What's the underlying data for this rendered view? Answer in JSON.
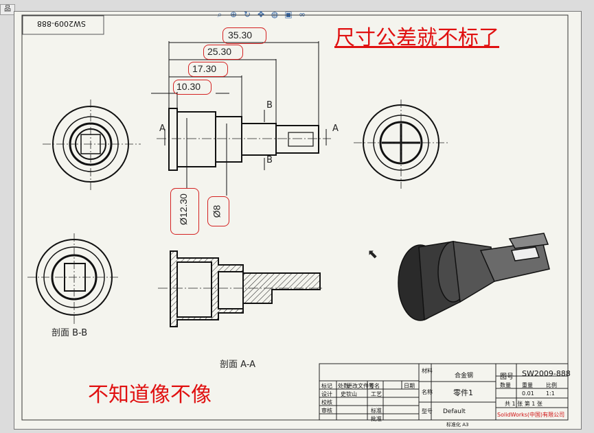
{
  "window": {
    "tab_label": "品"
  },
  "toolbar": {
    "icons": [
      "zoom-fit-icon",
      "zoom-area-icon",
      "rotate-icon",
      "pan-icon",
      "hide-show-icon",
      "display-style-icon",
      "view-orientation-icon"
    ]
  },
  "drawing": {
    "stamp_upside": "SW2009-888",
    "dims": {
      "d1": "35.30",
      "d2": "25.30",
      "d3": "17.30",
      "d4": "10.30",
      "dia1": "Ø12.30",
      "dia2": "Ø8"
    },
    "section_marks": {
      "a": "A",
      "b": "B"
    },
    "labels": {
      "section_bb": "剖面 B-B",
      "section_aa": "剖面 A-A"
    }
  },
  "annotations": {
    "top_note": "尺寸公差就不标了",
    "bottom_note": "不知道像不像"
  },
  "title_block": {
    "material_label": "材料",
    "material": "合金钢",
    "drawing_no_label": "图号",
    "drawing_no": "SW2009-888",
    "name_label": "名称",
    "part_name": "零件1",
    "model_label": "型号",
    "model": "Default",
    "rows_left": [
      "标记",
      "设计",
      "校核",
      "审核"
    ],
    "row_h1": [
      "处数",
      "更改文件号",
      "签名",
      "日期"
    ],
    "designer": "史钦山",
    "process_labels": [
      "工艺",
      "标准",
      "批准"
    ],
    "qty_labels": [
      "数量",
      "重量",
      "比例"
    ],
    "weight": "0.01",
    "scale": "1:1",
    "sheet_info": "共 1 张   第 1 张",
    "company": "SolidWorks(中国)有限公司",
    "bottom_note": "标准化 A3"
  },
  "colors": {
    "annotation": "#e01010",
    "line": "#111111",
    "sheet": "#f4f4ee"
  }
}
